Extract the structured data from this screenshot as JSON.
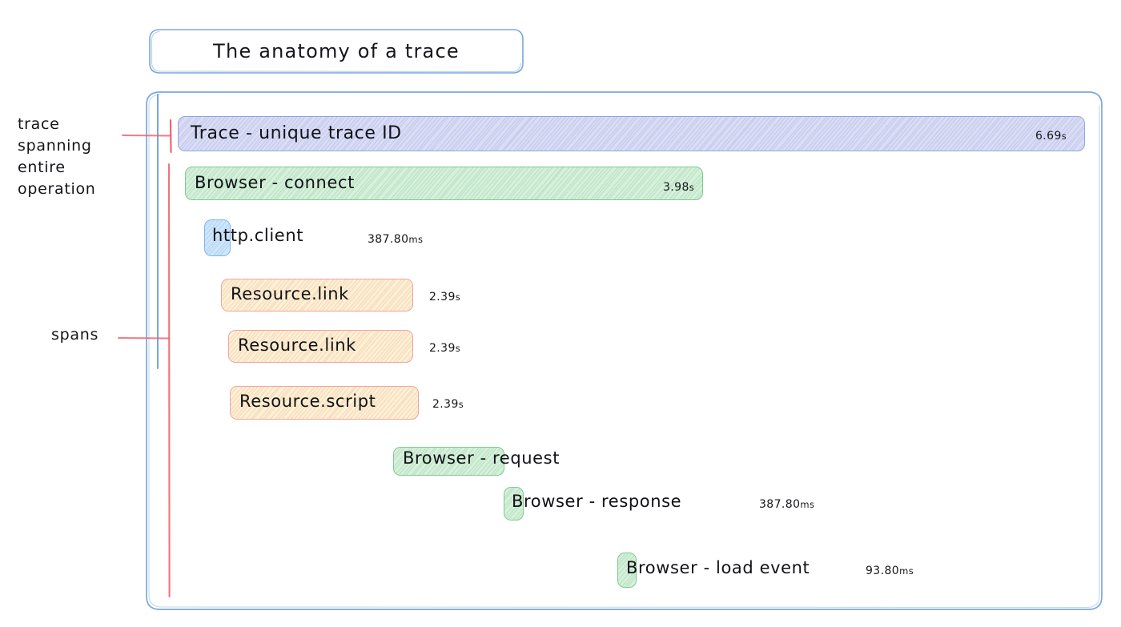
{
  "title": {
    "text": "The anatomy of a trace"
  },
  "annotations": [
    {
      "id": "trace-annotation",
      "text": "trace\nspanning\nentire\noperation"
    },
    {
      "id": "spans-annotation",
      "text": "spans"
    }
  ],
  "colors": {
    "panel_border": "#7aa7db",
    "trace_fill": "#dcdcf5",
    "trace_border": "#8fa9e0",
    "browser_fill": "#d7f0dc",
    "browser_border": "#7ec98f",
    "http_fill": "#cfe6fa",
    "http_border": "#7fb6e6",
    "resource_fill": "#fcf2d2",
    "resource_border": "#f0a3a3",
    "annotation_line": "#ef5f6b",
    "guide_line": "#5b9bd5",
    "text": "#15161a"
  },
  "trace": {
    "label": "Trace - unique trace ID",
    "duration": "6.69",
    "unit": "s",
    "kind": "trace"
  },
  "spans": [
    {
      "label": "Browser - connect",
      "duration": "3.98",
      "unit": "s",
      "kind": "browser",
      "duration_inside": true
    },
    {
      "label": "http.client",
      "duration": "387.80",
      "unit": "ms",
      "kind": "http",
      "duration_inside": false
    },
    {
      "label": "Resource.link",
      "duration": "2.39",
      "unit": "s",
      "kind": "resource",
      "duration_inside": false
    },
    {
      "label": "Resource.link",
      "duration": "2.39",
      "unit": "s",
      "kind": "resource",
      "duration_inside": false
    },
    {
      "label": "Resource.script",
      "duration": "2.39",
      "unit": "s",
      "kind": "resource",
      "duration_inside": false
    },
    {
      "label": "Browser - request",
      "duration": "",
      "unit": "",
      "kind": "browser",
      "duration_inside": false
    },
    {
      "label": "Browser - response",
      "duration": "387.80",
      "unit": "ms",
      "kind": "browser",
      "duration_inside": false
    },
    {
      "label": "Browser - load event",
      "duration": "93.80",
      "unit": "ms",
      "kind": "browser",
      "duration_inside": false
    }
  ]
}
